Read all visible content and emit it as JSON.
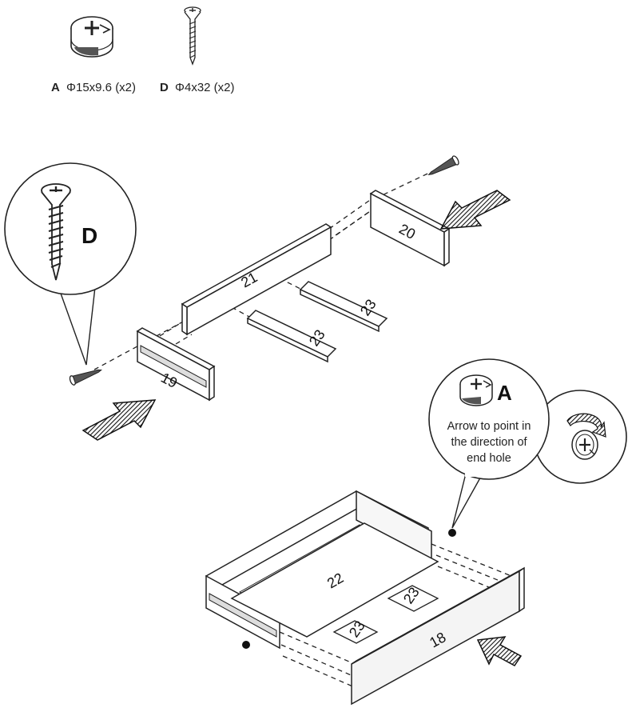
{
  "hardware": {
    "items": [
      {
        "letter": "A",
        "spec": "Φ15x9.6 (x2)",
        "icon": "cam-lock-icon"
      },
      {
        "letter": "D",
        "spec": "Φ4x32 (x2)",
        "icon": "screw-icon"
      }
    ]
  },
  "callouts": {
    "screw_detail": {
      "letter": "D",
      "icon": "screw-icon"
    },
    "cam_detail": {
      "letter": "A",
      "icon": "cam-lock-icon",
      "note_lines": [
        "Arrow to point in",
        "the direction of",
        "end hole"
      ],
      "rotate_icon": "rotate-arrow-icon"
    }
  },
  "parts": {
    "p18": "18",
    "p19": "19",
    "p20": "20",
    "p21": "21",
    "p22": "22",
    "p23a": "23",
    "p23b": "23",
    "p23c": "23",
    "p23d": "23"
  },
  "colors": {
    "line": "#222222",
    "fill": "#ffffff",
    "panel": "#f4f4f4",
    "arrow": "#111111"
  }
}
